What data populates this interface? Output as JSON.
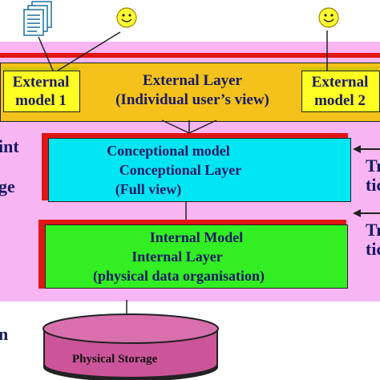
{
  "external_layer": {
    "title": "External  Layer",
    "subtitle": "(Individual user’s view)"
  },
  "external_model_1": {
    "line1": "External",
    "line2": "model 1"
  },
  "external_model_2": {
    "line1": "External",
    "line2": "model 2"
  },
  "conceptual": {
    "line1": "Conceptional model",
    "line2": "Conceptional Layer",
    "line3": "(Full view)"
  },
  "internal": {
    "line1": "Internal Model",
    "line2": "Internal Layer",
    "line3": "(physical  data organisation)"
  },
  "storage": {
    "label": "Physical Storage"
  },
  "left_edge": {
    "line1": "int",
    "line2": "ge",
    "line3": "n"
  },
  "right_edge": {
    "line1": "Tr",
    "line2": "tic",
    "line3": "Tr",
    "line4": "tic"
  },
  "colors": {
    "pink_band": "#f7b6f2",
    "red_line": "#e01515",
    "external_layer": "#f4c21a",
    "model_box": "#ffff22",
    "conceptual_box": "#00e5f2",
    "internal_box": "#33ee22",
    "storage": "#cc5599",
    "text": "#1a1a66"
  },
  "icons": [
    "document-stack-icon",
    "smiley-icon",
    "smiley-icon"
  ]
}
